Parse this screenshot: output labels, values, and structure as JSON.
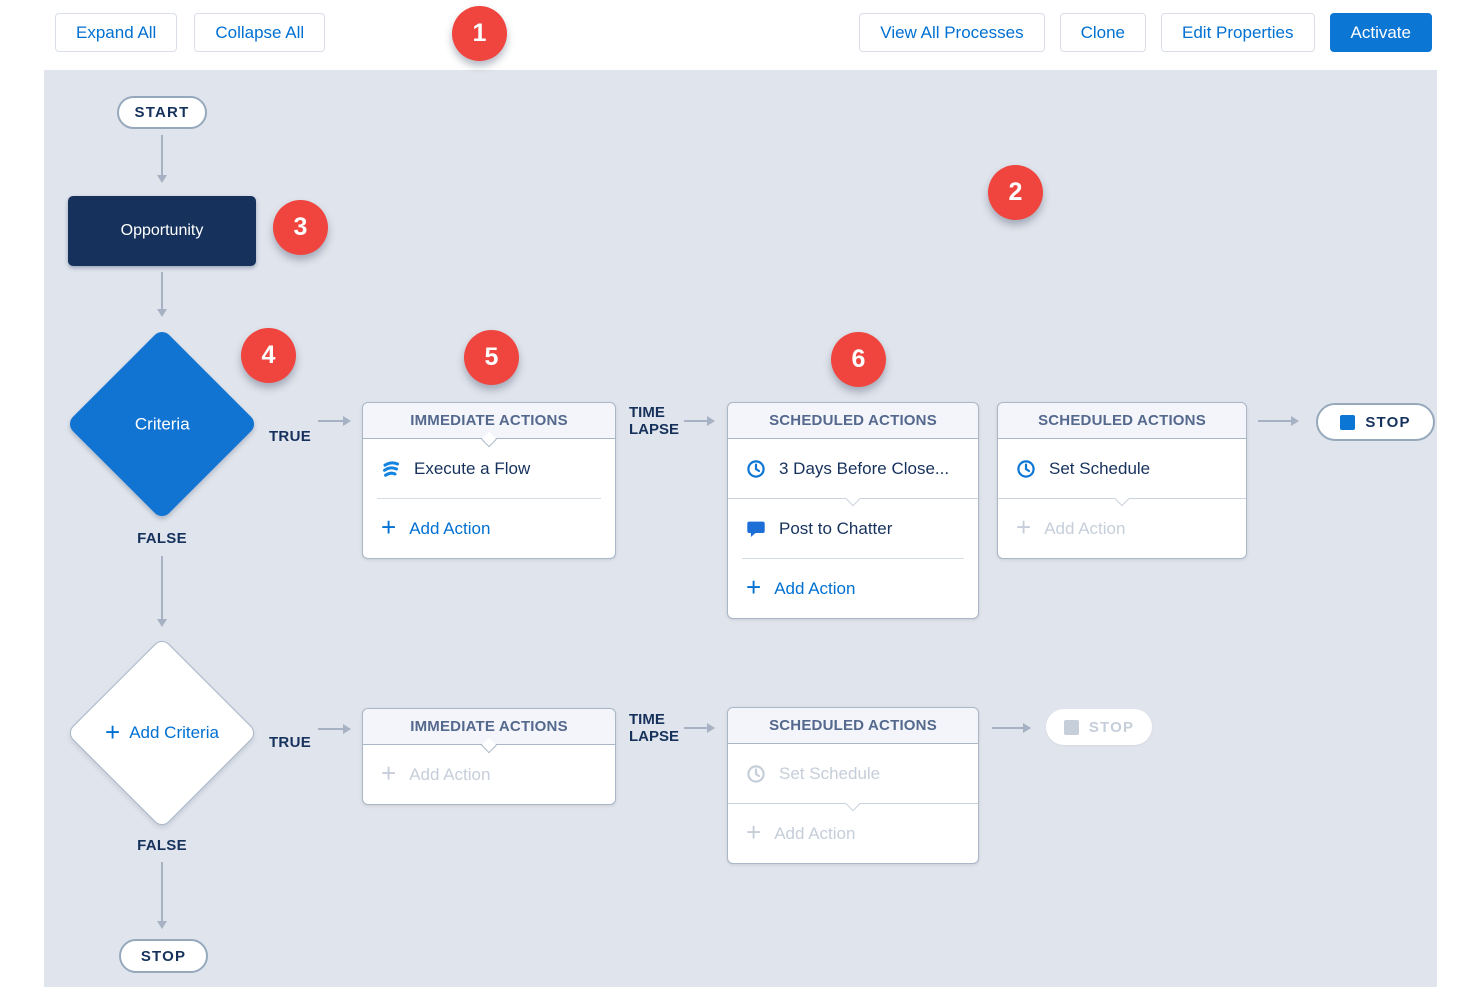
{
  "toolbar": {
    "expand_all": "Expand All",
    "collapse_all": "Collapse All",
    "view_all_processes": "View All Processes",
    "clone": "Clone",
    "edit_properties": "Edit Properties",
    "activate": "Activate"
  },
  "annotations": {
    "n1": "1",
    "n2": "2",
    "n3": "3",
    "n4": "4",
    "n5": "5",
    "n6": "6"
  },
  "flow": {
    "start": "START",
    "stop": "STOP",
    "object_label": "Opportunity",
    "criteria_label": "Criteria",
    "add_criteria_label": "Add Criteria",
    "true_label": "TRUE",
    "false_label": "FALSE",
    "time_line1": "TIME",
    "time_line2": "LAPSE",
    "header_immediate": "IMMEDIATE ACTIONS",
    "header_scheduled": "SCHEDULED ACTIONS",
    "items": {
      "execute_flow": "Execute a Flow",
      "add_action": "Add Action",
      "schedule_3days": "3 Days Before Close...",
      "post_to_chatter": "Post to Chatter",
      "set_schedule": "Set Schedule"
    }
  },
  "icons": {
    "plus": "+"
  },
  "colors": {
    "accent_blue": "#0070D2",
    "navy": "#16325C",
    "annotation_red": "#EF453E",
    "canvas_bg": "#E0E4EC",
    "activate_bg": "#0B76D3",
    "diamond_blue": "#1173D2"
  }
}
